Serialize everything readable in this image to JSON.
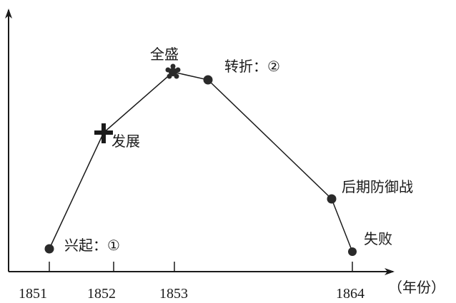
{
  "chart_data": {
    "type": "line",
    "xlabel": "（年份）",
    "ylabel": "",
    "x_tick_labels": [
      "1851",
      "1852",
      "1853",
      "1864"
    ],
    "series": [
      {
        "points": [
          {
            "label": "兴起：①",
            "marker": "dot"
          },
          {
            "label": "发展",
            "marker": "cross"
          },
          {
            "label": "全盛",
            "marker": "star"
          },
          {
            "label": "转折：②",
            "marker": "dot"
          },
          {
            "label": "后期防御战",
            "marker": "dot"
          },
          {
            "label": "失败",
            "marker": "dot"
          }
        ]
      }
    ]
  }
}
